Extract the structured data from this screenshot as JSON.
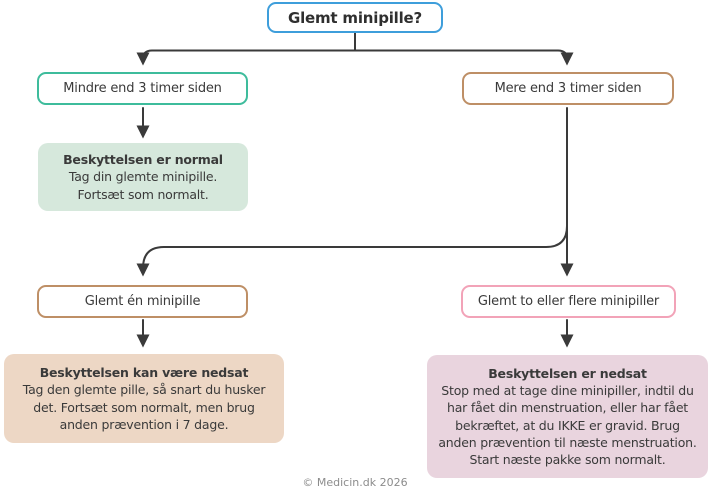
{
  "title": {
    "label": "Glemt minipille?"
  },
  "nodes": {
    "less3": {
      "label": "Mindre end 3 timer siden"
    },
    "more3": {
      "label": "Mere end 3 timer siden"
    },
    "one": {
      "label": "Glemt én minipille"
    },
    "twoPlus": {
      "label": "Glemt to eller flere minipiller"
    }
  },
  "outcomes": {
    "normal": {
      "heading": "Beskyttelsen er normal",
      "lines": [
        "Tag din glemte minipille.",
        "Fortsæt som normalt."
      ]
    },
    "maybeReduced": {
      "heading": "Beskyttelsen kan være nedsat",
      "body": "Tag den glemte pille, så snart du husker det. Fortsæt som normalt, men brug anden prævention i 7 dage."
    },
    "reduced": {
      "heading": "Beskyttelsen er nedsat",
      "body": "Stop med at tage dine minipiller, indtil du har fået din menstruation,  eller har fået bekræftet, at du IKKE er gravid. Brug anden prævention til næste menstruation. Start næste pakke som normalt."
    }
  },
  "footer": {
    "copyright": "© Medicin.dk 2026"
  },
  "colors": {
    "title_border": "#3e9edb",
    "teal_border": "#3ebc9c",
    "tan_border": "#be8f66",
    "pink_border": "#f2a3b8",
    "green_fill": "#d6e8dc",
    "tan_fill": "#edd7c5",
    "pink_fill": "#e9d4de",
    "line": "#3a3a3a",
    "text": "#3a3a3a",
    "footer_text": "#8c8c8c"
  }
}
